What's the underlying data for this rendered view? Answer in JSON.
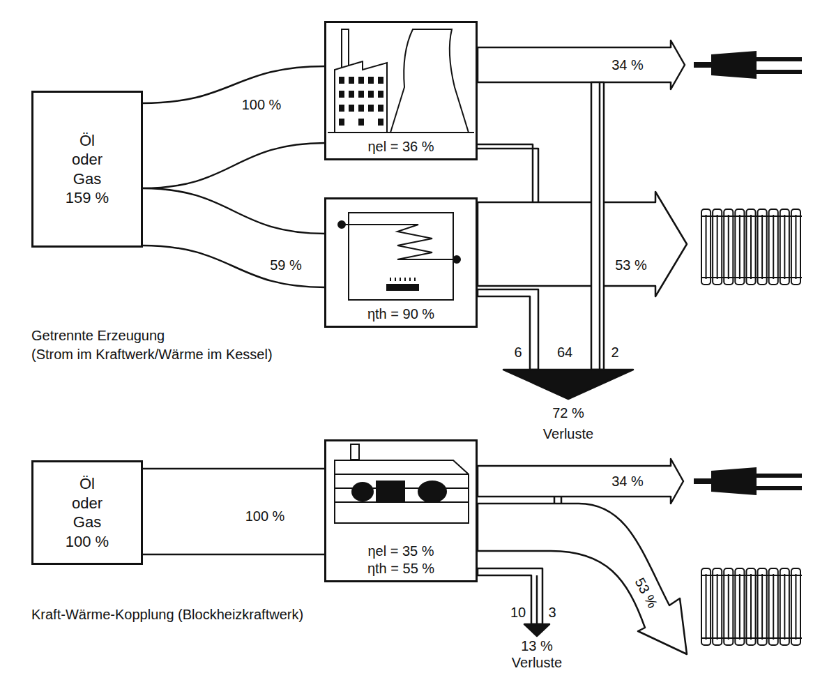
{
  "diagram": {
    "nodes": [
      {
        "text": [
          "Öl oder Gas 159 %"
        ]
      },
      {
        "text": [
          "ηel = 36 %"
        ]
      },
      {
        "text": [
          "ηth = 90 %"
        ]
      },
      {
        "text": [
          "Öl oder Gas 100 %"
        ]
      },
      {
        "text": [
          "ηel = 35 %",
          "ηth = 55 %"
        ]
      }
    ],
    "edges": [
      {
        "from": 0,
        "to": 1,
        "arrow": "none",
        "label": "100 %"
      },
      {
        "from": 0,
        "to": 2,
        "arrow": "none",
        "label": "59 %"
      },
      {
        "from": 3,
        "to": 4,
        "arrow": "none",
        "label": "100 %"
      }
    ],
    "labels": [
      "34 %",
      "53 %",
      "Getrennte Erzeugung",
      "(Strom im Kraftwerk/Wärme im Kessel)",
      "6",
      "64",
      "2",
      "72 %",
      "Verluste",
      "34 %",
      "Kraft-Wärme-Kopplung (Blockheizkraftwerk)",
      "53 %",
      "10",
      "3",
      "13 %",
      "Verluste"
    ]
  }
}
